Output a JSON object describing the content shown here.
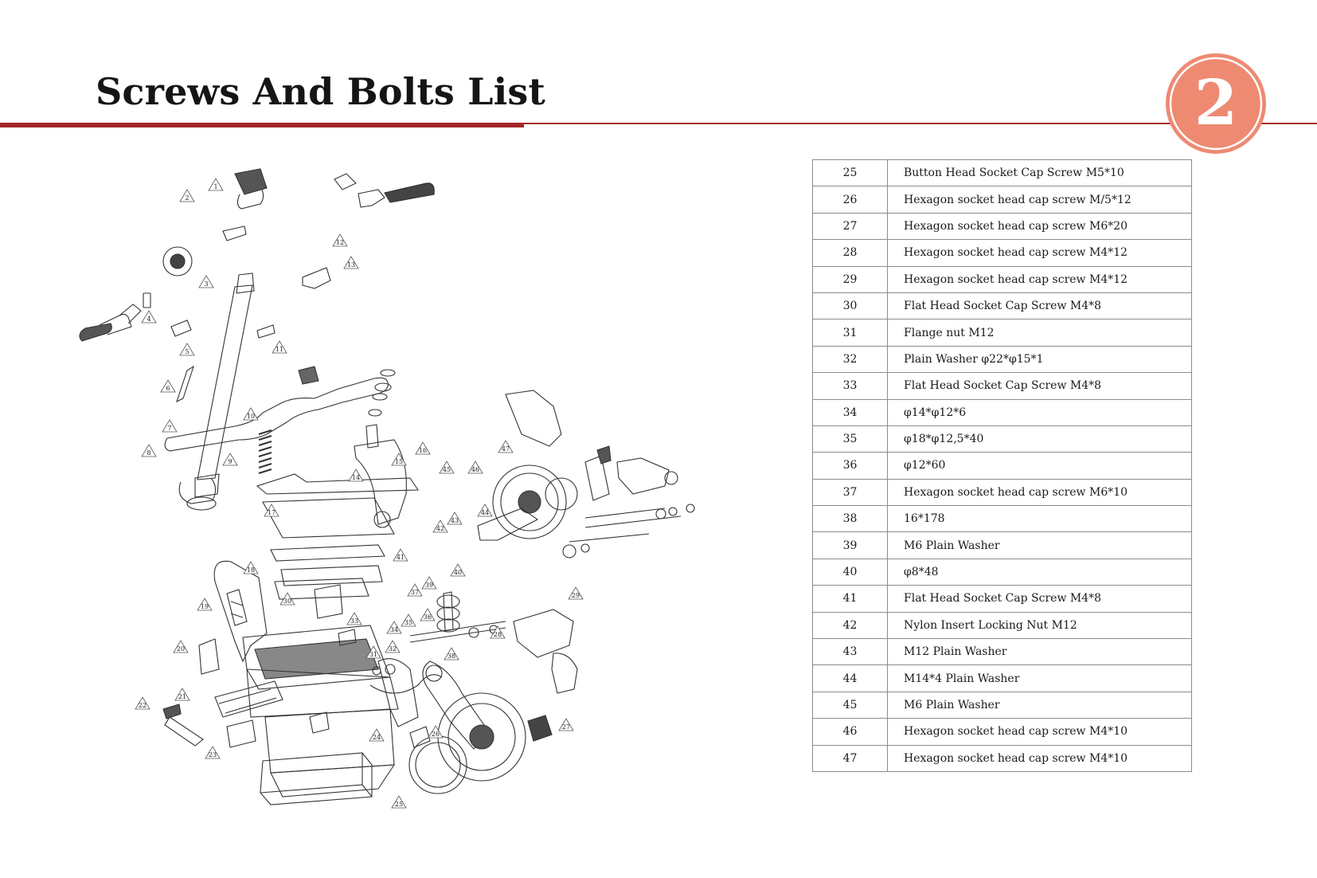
{
  "header": {
    "title": "Screws And Bolts List",
    "chapter_number": "2",
    "accent_color": "#a3272b",
    "badge_color": "#ee8a72"
  },
  "diagram": {
    "callouts": [
      "1",
      "2",
      "3",
      "4",
      "5",
      "6",
      "7",
      "8",
      "9",
      "10",
      "11",
      "12",
      "13",
      "14",
      "15",
      "16",
      "17",
      "18",
      "19",
      "20",
      "21",
      "22",
      "23",
      "24",
      "25",
      "26",
      "27",
      "28",
      "29",
      "30",
      "31",
      "32",
      "33",
      "34",
      "35",
      "36",
      "37",
      "38",
      "39",
      "40",
      "41",
      "42",
      "43",
      "44",
      "45",
      "46",
      "47"
    ]
  },
  "parts": [
    {
      "no": "25",
      "name": "Button Head Socket Cap Screw M5*10"
    },
    {
      "no": "26",
      "name": "Hexagon socket head cap screw M/5*12"
    },
    {
      "no": "27",
      "name": "Hexagon socket head cap screw M6*20"
    },
    {
      "no": "28",
      "name": "Hexagon socket head cap screw M4*12"
    },
    {
      "no": "29",
      "name": "Hexagon socket head cap screw M4*12"
    },
    {
      "no": "30",
      "name": "Flat Head Socket Cap Screw M4*8"
    },
    {
      "no": "31",
      "name": "Flange nut M12"
    },
    {
      "no": "32",
      "name": "Plain Washer φ22*φ15*1"
    },
    {
      "no": "33",
      "name": "Flat Head Socket Cap Screw M4*8"
    },
    {
      "no": "34",
      "name": "φ14*φ12*6"
    },
    {
      "no": "35",
      "name": "φ18*φ12,5*40"
    },
    {
      "no": "36",
      "name": "φ12*60"
    },
    {
      "no": "37",
      "name": "Hexagon socket head cap screw M6*10"
    },
    {
      "no": "38",
      "name": "16*178"
    },
    {
      "no": "39",
      "name": "M6 Plain Washer"
    },
    {
      "no": "40",
      "name": "φ8*48"
    },
    {
      "no": "41",
      "name": "Flat Head Socket Cap Screw M4*8"
    },
    {
      "no": "42",
      "name": "Nylon Insert Locking Nut  M12"
    },
    {
      "no": "43",
      "name": "M12 Plain Washer"
    },
    {
      "no": "44",
      "name": "M14*4 Plain Washer"
    },
    {
      "no": "45",
      "name": "M6 Plain Washer"
    },
    {
      "no": "46",
      "name": "Hexagon socket head cap screw M4*10"
    },
    {
      "no": "47",
      "name": "Hexagon socket head cap screw M4*10"
    }
  ]
}
